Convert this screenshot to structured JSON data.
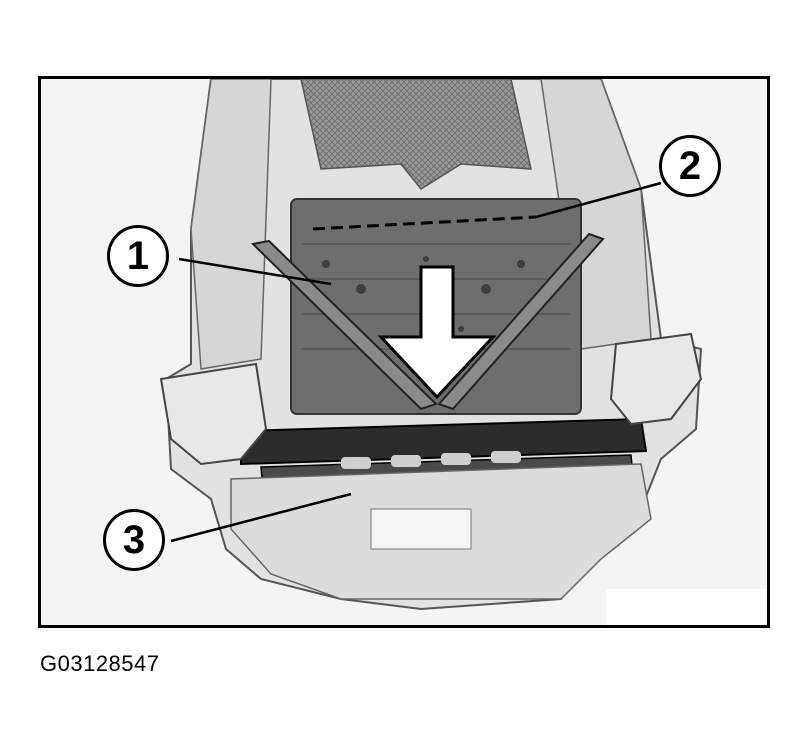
{
  "figure": {
    "id_label": "G03128547",
    "callouts": [
      "1",
      "2",
      "3"
    ]
  },
  "colors": {
    "frame": "#000000",
    "background": "#f4f4f4",
    "seat_panel": "#6a6a6a",
    "mesh": "#8a8a8a",
    "arrow_fill": "#ffffff"
  }
}
